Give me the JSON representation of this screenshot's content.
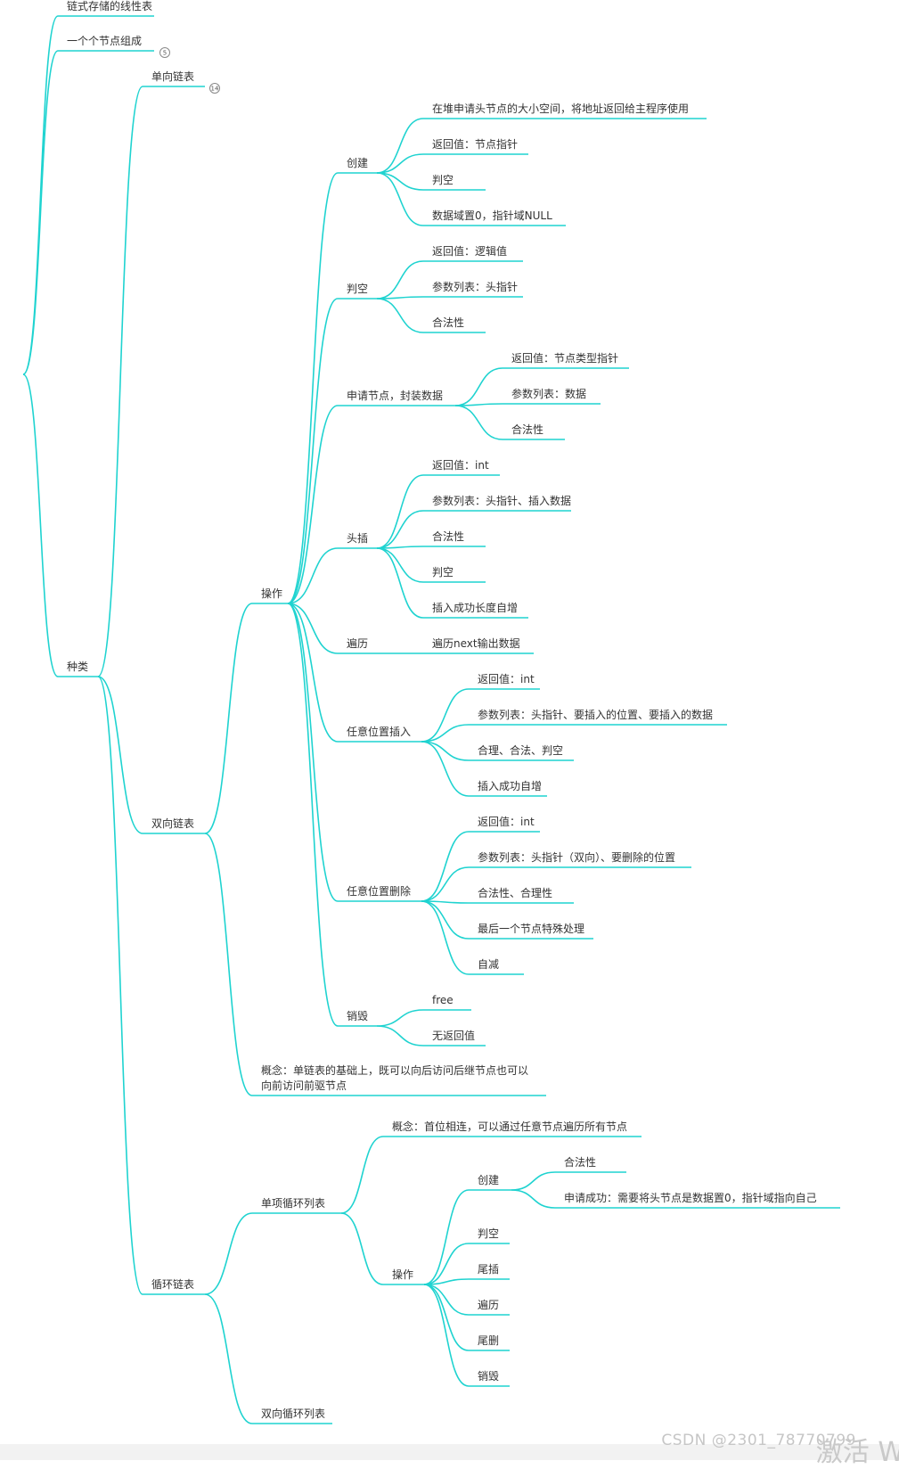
{
  "colors": {
    "branch": "#1fd3d0",
    "text": "#333333",
    "badge_border": "#888888"
  },
  "mindmap": {
    "top_partial": "链式存储的线性表",
    "node_single_node": "一个个节点组成",
    "badge_single_node": "5",
    "node_singly_list": "单向链表",
    "badge_singly_list": "14",
    "node_kinds": "种类",
    "doubly": {
      "label": "双向链表",
      "operations": {
        "label": "操作",
        "create": {
          "label": "创建",
          "items": [
            "在堆申请头节点的大小空间，将地址返回给主程序使用",
            "返回值：节点指针",
            "判空",
            "数据域置0，指针域NULL"
          ]
        },
        "empty_check": {
          "label": "判空",
          "items": [
            "返回值：逻辑值",
            "参数列表：头指针",
            "合法性"
          ]
        },
        "apply_node": {
          "label": "申请节点，封装数据",
          "items": [
            "返回值：节点类型指针",
            "参数列表：数据",
            "合法性"
          ]
        },
        "head_insert": {
          "label": "头插",
          "items": [
            "返回值：int",
            "参数列表：头指针、插入数据",
            "合法性",
            "判空",
            "插入成功长度自增"
          ]
        },
        "traverse": {
          "label": "遍历",
          "items": [
            "遍历next输出数据"
          ]
        },
        "any_insert": {
          "label": "任意位置插入",
          "items": [
            "返回值：int",
            "参数列表：头指针、要插入的位置、要插入的数据",
            "合理、合法、判空",
            "插入成功自增"
          ]
        },
        "any_delete": {
          "label": "任意位置删除",
          "items": [
            "返回值：int",
            "参数列表：头指针（双向）、要删除的位置",
            "合法性、合理性",
            "最后一个节点特殊处理",
            "自减"
          ]
        },
        "destroy": {
          "label": "销毁",
          "items": [
            "free",
            "无返回值"
          ]
        }
      },
      "concept_line1": "概念：单链表的基础上，既可以向后访问后继节点也可以",
      "concept_line2": "向前访问前驱节点"
    },
    "circular": {
      "label": "循环链表",
      "single_circular": {
        "label": "单项循环列表",
        "concept": "概念：首位相连，可以通过任意节点遍历所有节点",
        "operations": {
          "label": "操作",
          "create": {
            "label": "创建",
            "items": [
              "合法性",
              "申请成功：需要将头节点是数据置0，指针域指向自己"
            ]
          },
          "items": [
            "判空",
            "尾插",
            "遍历",
            "尾删",
            "销毁"
          ]
        }
      },
      "double_circular": {
        "label": "双向循环列表"
      }
    }
  },
  "watermark": "CSDN @2301_78770799",
  "activate_fragment": "激活 W"
}
